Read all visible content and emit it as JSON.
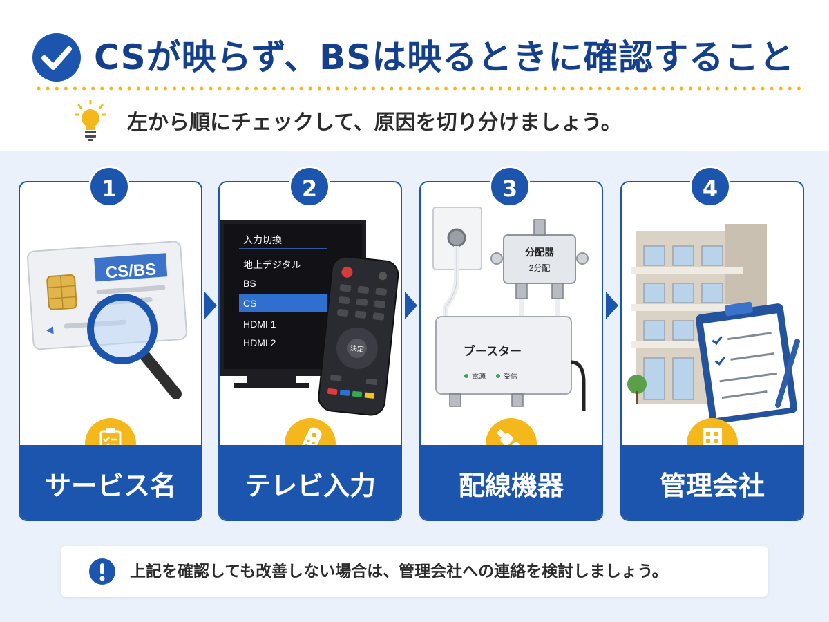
{
  "header": {
    "title": "CSが映らず、BSは映るときに確認すること",
    "subtitle": "左から順にチェックして、原因を切り分けましょう。"
  },
  "steps": [
    {
      "number": "1",
      "label": "サービス名",
      "card_text": "CS/BS",
      "icon": "clipboard-icon"
    },
    {
      "number": "2",
      "label": "テレビ入力",
      "icon": "remote-icon",
      "menu": {
        "title": "入力切換",
        "items": [
          "地上デジタル",
          "BS",
          "CS",
          "HDMI 1",
          "HDMI 2"
        ],
        "selected": "CS"
      },
      "remote_ok": "決定"
    },
    {
      "number": "3",
      "label": "配線機器",
      "icon": "cable-icon",
      "splitter": {
        "name": "分配器",
        "sub": "2分配"
      },
      "booster": {
        "name": "ブースター",
        "power": "電源",
        "receive": "受信"
      }
    },
    {
      "number": "4",
      "label": "管理会社",
      "icon": "building-icon"
    }
  ],
  "note": {
    "text": "上記を確認しても改善しない場合は、管理会社への連絡を検討しましょう。"
  },
  "colors": {
    "primary": "#1c55ad",
    "title": "#143f8c",
    "accent": "#f5b81c",
    "panel": "#eaf1fb",
    "menu_selected": "#2f6fd0"
  }
}
